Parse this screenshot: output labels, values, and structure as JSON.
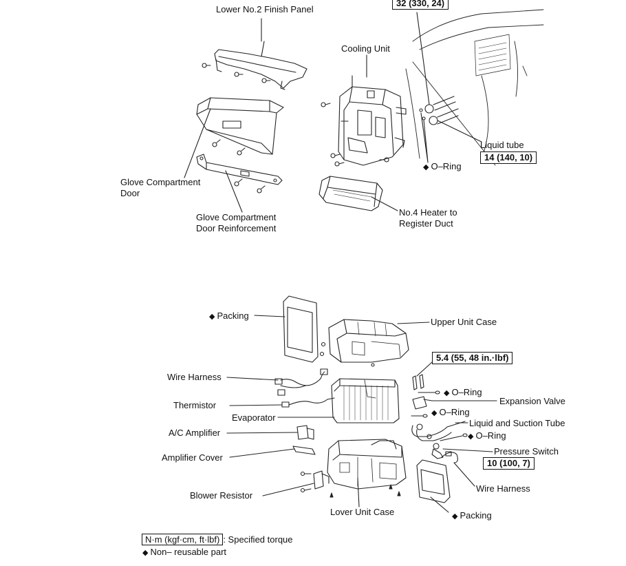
{
  "top": {
    "lower_no2_finish_panel": "Lower No.2 Finish Panel",
    "torque_top": "32 (330, 24)",
    "cooling_unit": "Cooling Unit",
    "liquid_tube": "Liquid tube",
    "torque_liquid_tube": "14 (140, 10)",
    "o_ring": "O–Ring",
    "glove_compartment_door": "Glove Compartment\nDoor",
    "glove_compartment_door_reinforcement": "Glove Compartment\nDoor Reinforcement",
    "no4_heater_duct": "No.4 Heater to\nRegister Duct"
  },
  "bottom": {
    "packing_left": "Packing",
    "upper_unit_case": "Upper Unit Case",
    "torque_right": "5.4 (55, 48 in.·lbf)",
    "wire_harness_left": "Wire Harness",
    "o_ring_1": "O–Ring",
    "expansion_valve": "Expansion Valve",
    "thermistor": "Thermistor",
    "o_ring_2": "O–Ring",
    "evaporator": "Evaporator",
    "liquid_suction_tube": "Liquid and Suction Tube",
    "ac_amplifier": "A/C Amplifier",
    "o_ring_3": "O–Ring",
    "pressure_switch": "Pressure Switch",
    "amplifier_cover": "Amplifier Cover",
    "torque_pressure_switch": "10 (100, 7)",
    "wire_harness_right": "Wire Harness",
    "blower_resistor": "Blower Resistor",
    "lover_unit_case": "Lover Unit Case",
    "packing_right": "Packing"
  },
  "legend": {
    "torque_unit": "N·m (kgf·cm, ft·lbf)",
    "torque_desc": ": Specified torque",
    "non_reusable": "Non– reusable part",
    "diamond": "◆"
  }
}
